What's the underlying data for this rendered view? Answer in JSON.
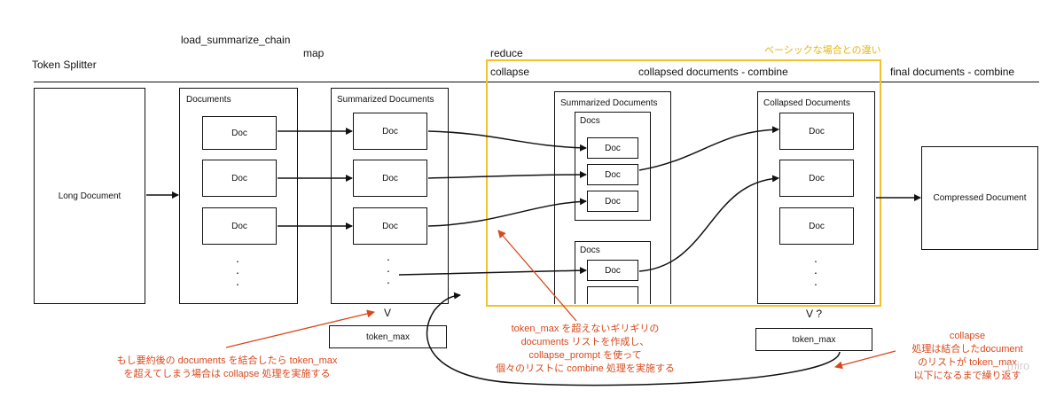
{
  "labels": {
    "token_splitter": "Token Splitter",
    "load_summarize_chain": "load_summarize_chain",
    "map": "map",
    "reduce": "reduce",
    "collapse": "collapse",
    "collapsed_combine": "collapsed documents - combine",
    "final_combine": "final documents - combine",
    "basic_diff": "ベーシックな場合との違い"
  },
  "boxes": {
    "long_document": "Long Document",
    "documents": "Documents",
    "summarized_documents": "Summarized Documents",
    "summarized_documents_2": "Summarized Documents",
    "docs": "Docs",
    "collapsed_documents": "Collapsed Documents",
    "compressed_document": "Compressed Document",
    "doc": "Doc",
    "dot": "."
  },
  "markers": {
    "v": "V",
    "v_question": "V ?",
    "token_max": "token_max"
  },
  "notes": {
    "left_1": "もし要約後の documents を結合したら token_max",
    "left_2": "を超えてしまう場合は collapse 処理を実施する",
    "mid_1": "token_max を超えないギリギリの",
    "mid_2": "documents リストを作成し、",
    "mid_3": "collapse_prompt を使って",
    "mid_4": "個々のリストに combine 処理を実施する",
    "right_1": "collapse",
    "right_2": "処理は結合したdocument",
    "right_3": "のリストが token_max",
    "right_4": "以下になるまで繰り返す"
  },
  "watermark": "miro",
  "colors": {
    "line": "#111111",
    "highlight": "#f2c12e",
    "highlight_text": "#e8b415",
    "annotation": "#d9481c"
  }
}
